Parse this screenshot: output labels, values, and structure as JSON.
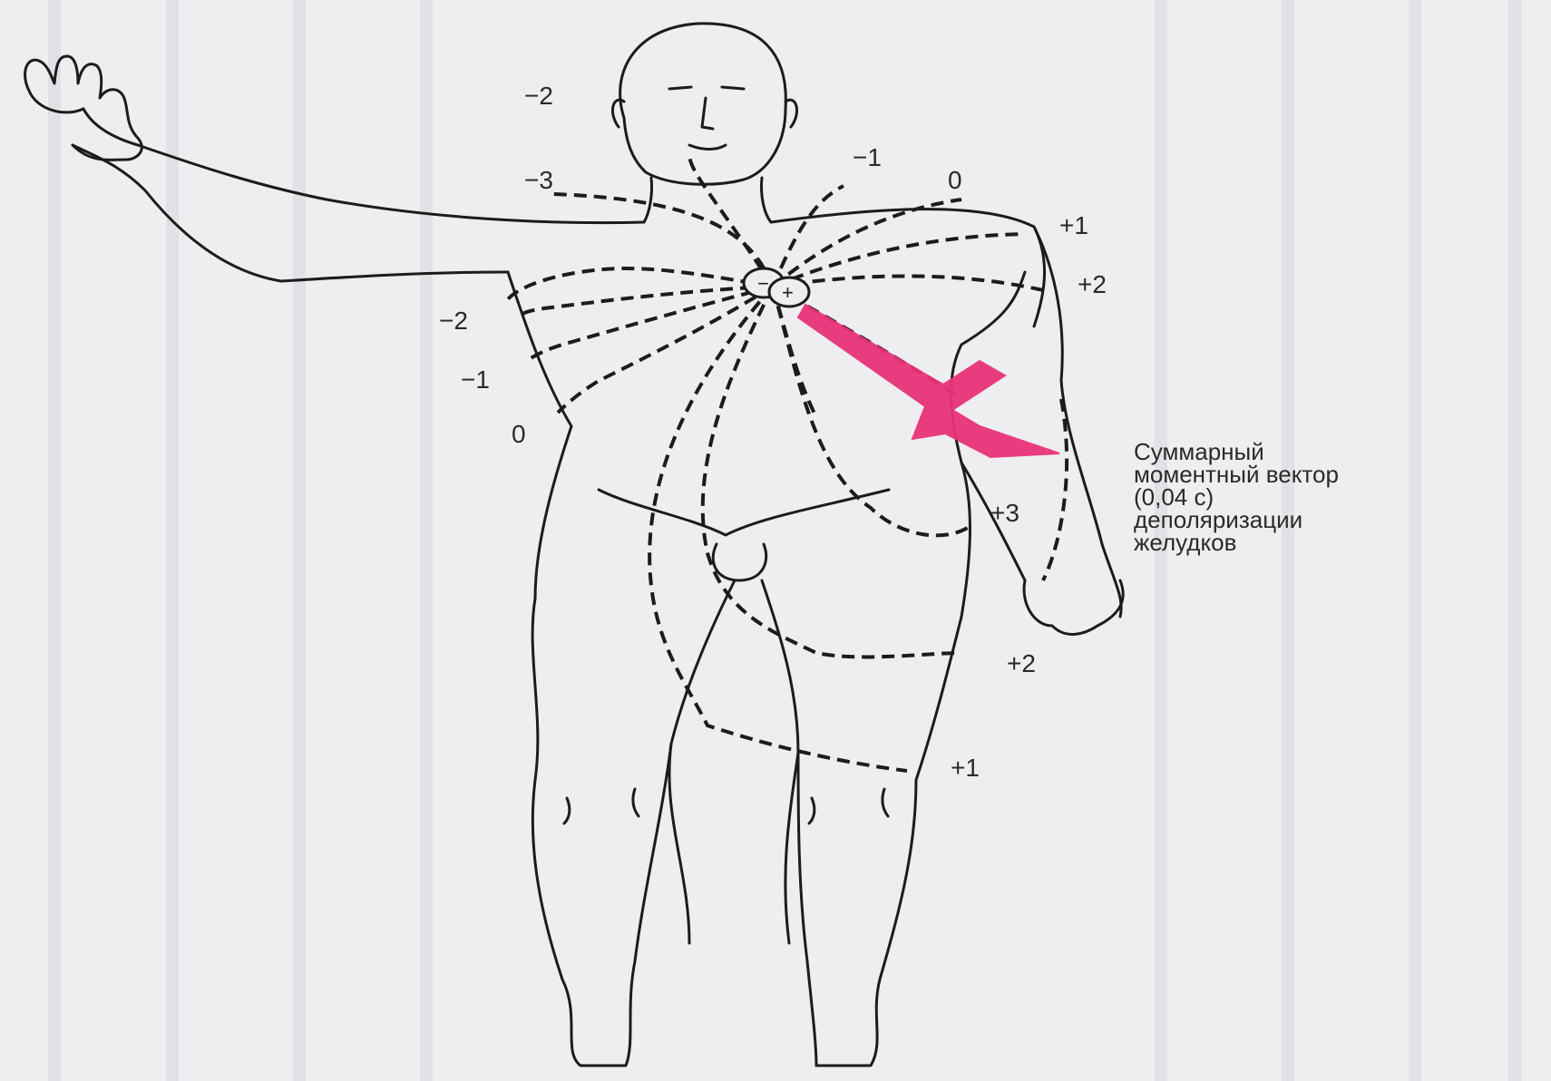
{
  "potential_labels": {
    "head_left_minus2": "−2",
    "shoulder_left_minus3": "−3",
    "neck_right_minus1": "−1",
    "shoulder_right_zero": "0",
    "arm_plus1": "+1",
    "arm_plus2": "+2",
    "trunk_left_minus2": "−2",
    "trunk_left_minus1": "−1",
    "trunk_left_zero": "0",
    "hip_plus3": "+3",
    "thigh_plus2": "+2",
    "knee_plus1": "+1"
  },
  "caption": {
    "line1": "Суммарный",
    "line2": "моментный вектор",
    "line3": "(0,04 с)",
    "line4": "деполяризации",
    "line5": "желудков"
  },
  "heart_marks": {
    "negative": "−",
    "positive": "+"
  },
  "colors": {
    "vector_arrow": "#e8337a",
    "outline": "#1c1c1c",
    "background": "#eeeef0"
  }
}
